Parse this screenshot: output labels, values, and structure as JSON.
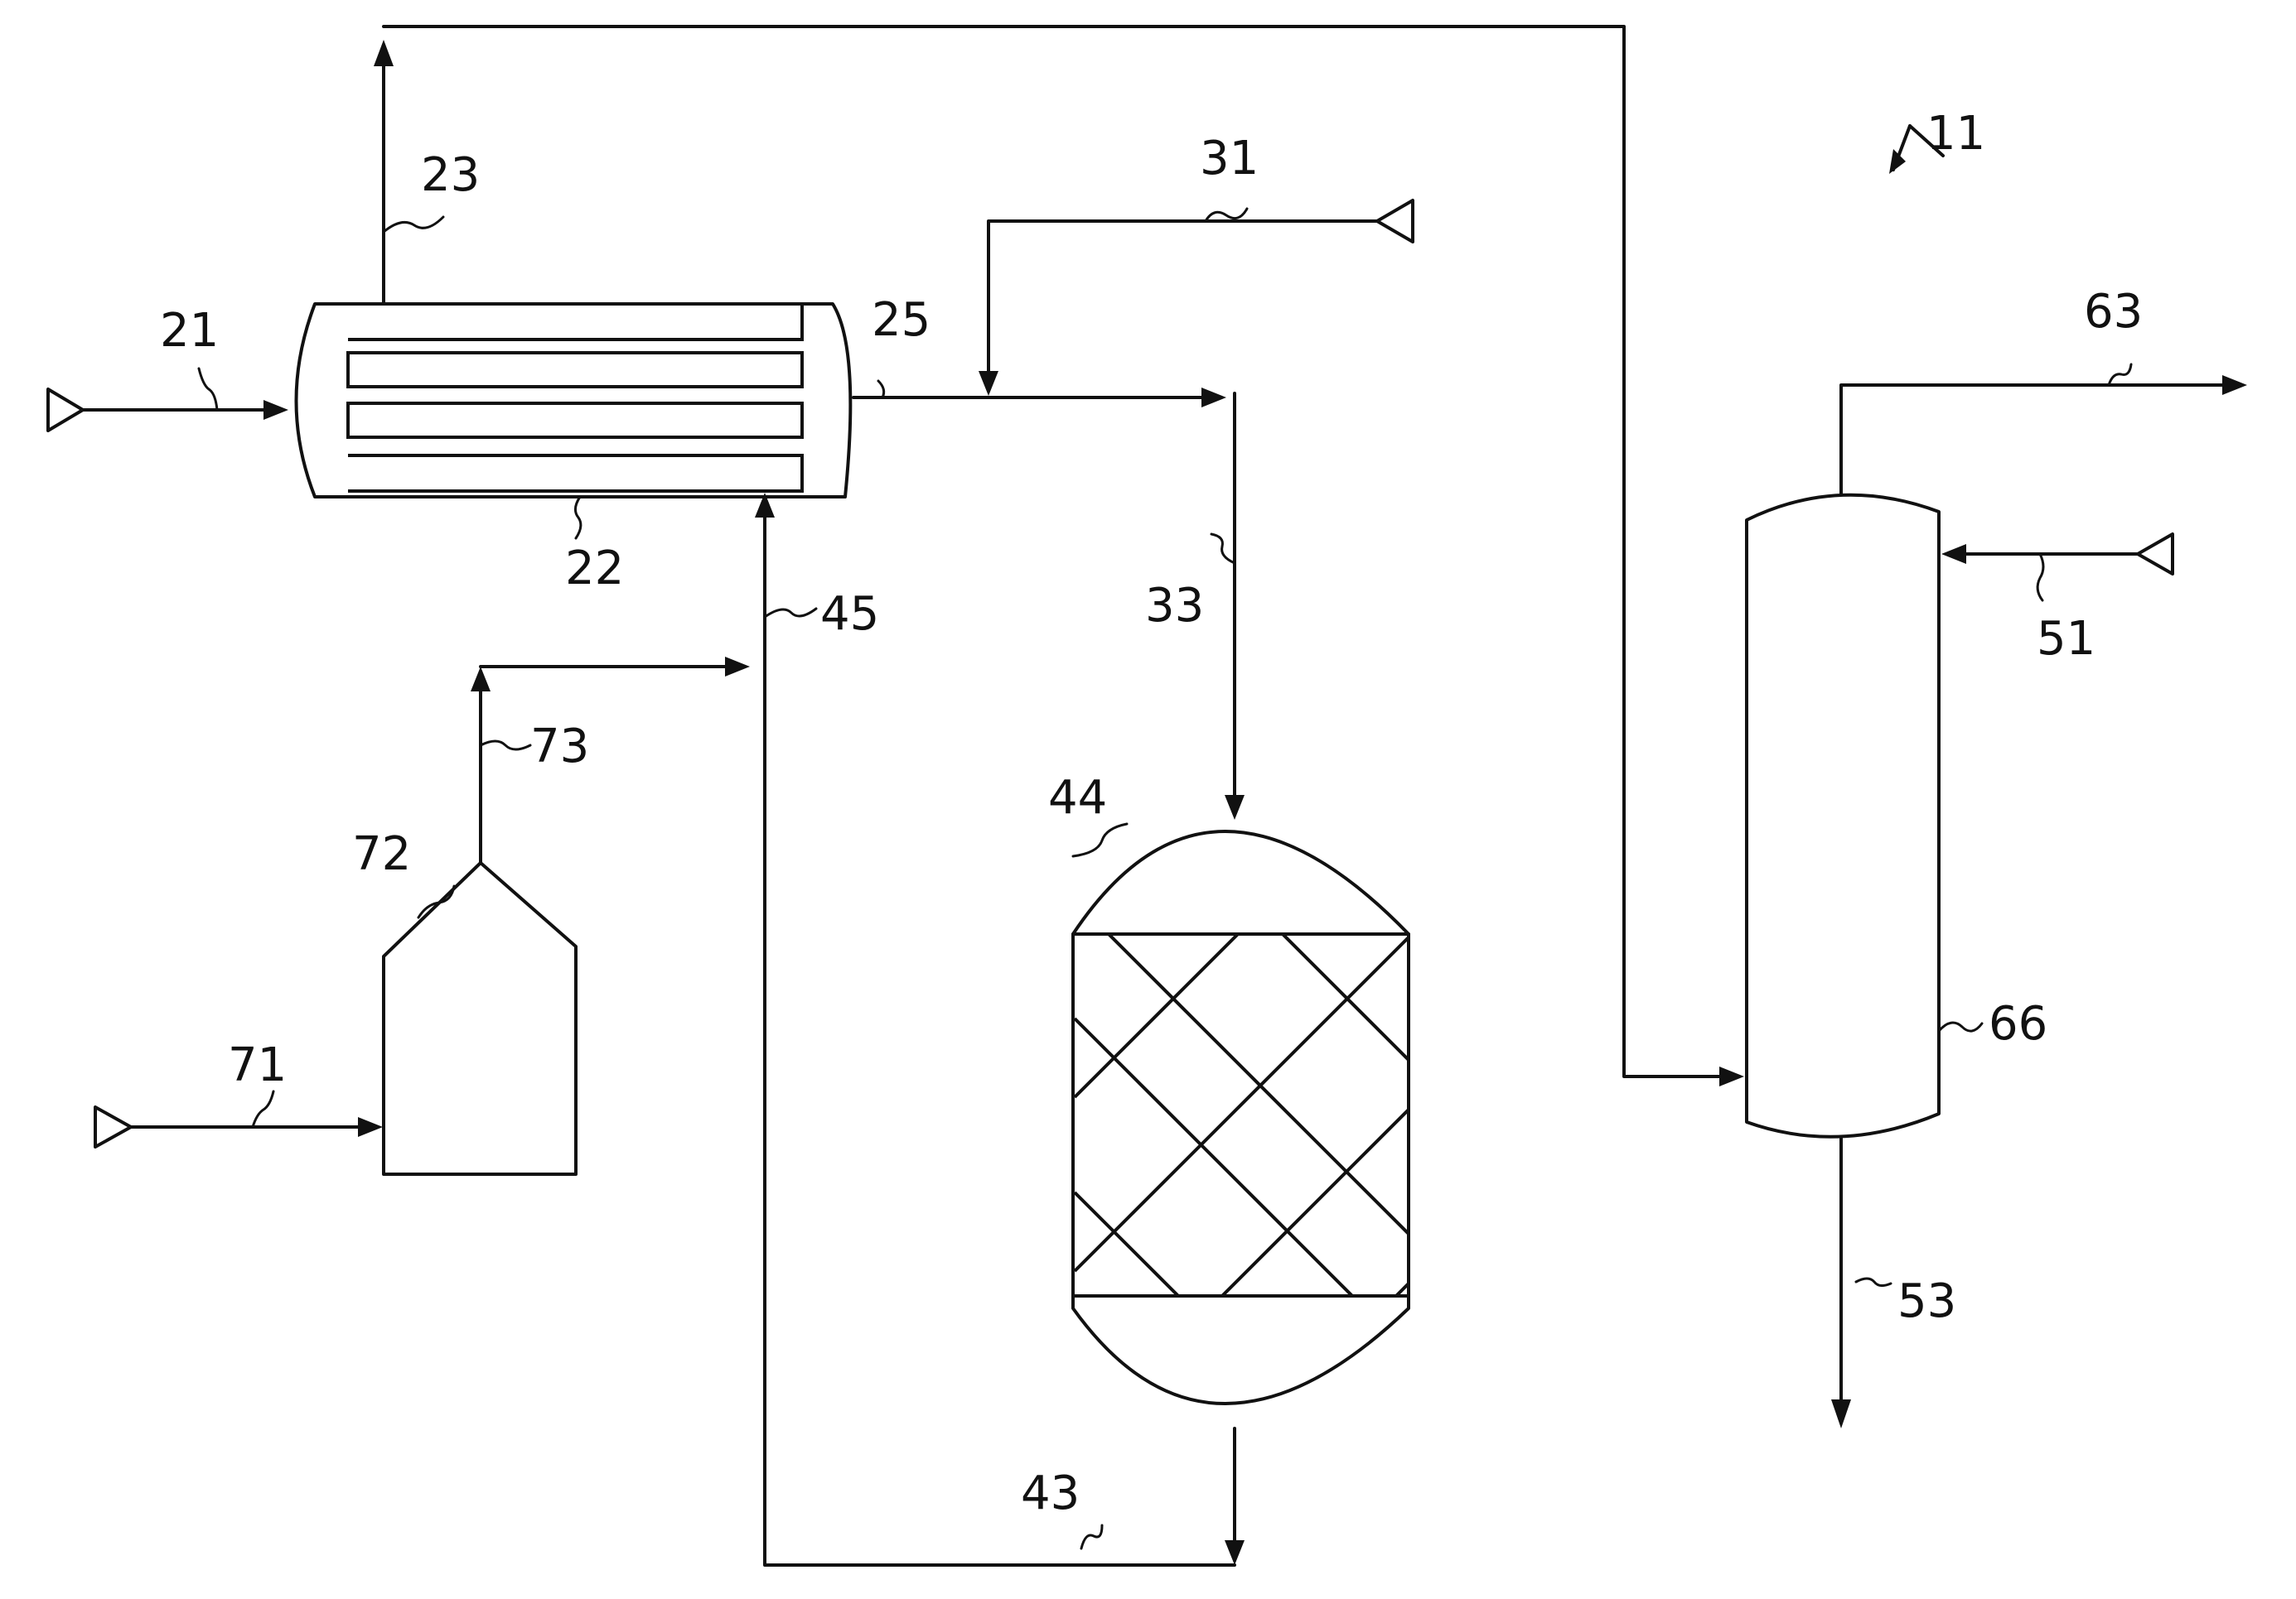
{
  "labels": {
    "system": "11",
    "feed_21": "21",
    "exchanger_22": "22",
    "line_23": "23",
    "line_25": "25",
    "feed_31": "31",
    "line_33": "33",
    "line_43": "43",
    "reactor_44": "44",
    "line_45": "45",
    "feed_51": "51",
    "line_53": "53",
    "line_63": "63",
    "column_66": "66",
    "feed_71": "71",
    "vessel_72": "72",
    "line_73": "73"
  },
  "colors": {
    "stroke": "#111111",
    "background": "#ffffff"
  }
}
